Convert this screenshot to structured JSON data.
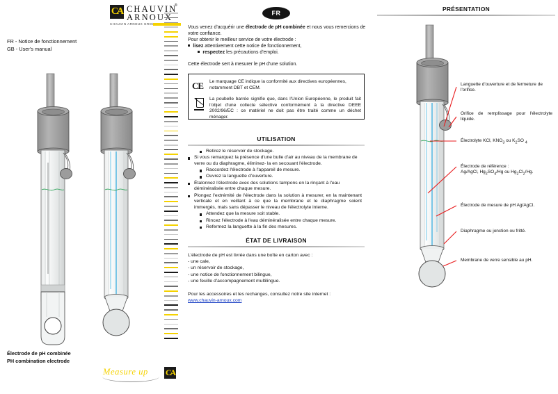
{
  "brand": {
    "logo_glyph": "CA",
    "name_line1": "CHAUVIN",
    "name_line2": "ARNOUX",
    "registered": "®",
    "group_line": "CHAUVIN ARNOUX GROUP",
    "tagline": "Measure up"
  },
  "cover": {
    "languages": [
      "FR  - Notice de fonctionnement",
      "GB  - User's manual"
    ],
    "caption_fr": "Électrode de pH combinée",
    "caption_gb": "PH combination electrode"
  },
  "middle": {
    "lang_badge": "FR",
    "intro": {
      "line1_pre": "Vous venez d'acquérir une ",
      "line1_bold": "électrode de pH combinée",
      "line1_post": " et nous vous remercions de votre confiance.",
      "line2": "Pour obtenir le meilleur service de votre électrode :",
      "bullet1_bold": "lisez",
      "bullet1_rest": " attentivement cette notice de fonctionnement,",
      "bullet2_bold": "respectez",
      "bullet2_rest": " les précautions d'emploi.",
      "closing": "Cette électrode sert à mesurer le pH d'une solution."
    },
    "ce_box": {
      "ce_mark": "CE",
      "ce_text": "Le marquage CE indique la conformité aux directives européennes, notamment DBT et CEM.",
      "weee_text": "La poubelle barrée signifie que, dans l'Union Européenne, le produit fait l'objet d'une collecte sélective conformément à la directive DEEE 2002/96/EC : ce matériel ne doit pas être traité comme un déchet ménager."
    },
    "utilisation": {
      "title": "UTILISATION",
      "items": [
        {
          "text": "Retirez le réservoir de stockage.",
          "indent": true
        },
        {
          "text": "Si vous remarquez la présence d'une bulle d'air au niveau de la membrane de verre ou du diaphragme, éliminez- la en secouant l'électrode.",
          "indent": false
        },
        {
          "text": "Raccordez l'électrode à l'appareil de mesure.",
          "indent": true
        },
        {
          "text": "Ouvrez la languette d'ouverture.",
          "indent": true
        },
        {
          "text": "Étalonnez l'électrode avec des solutions tampons en la rinçant à l'eau déminéralisée entre chaque mesure.",
          "indent": false
        },
        {
          "text": "Plongez l'extrémité de l'électrode dans la solution à mesurer, en la maintenant verticale et en veillant à ce que la membrane et le diaphragme soient immergés, mais sans dépasser le niveau de l'électrolyte interne.",
          "indent": false,
          "justify": true
        },
        {
          "text": "Attendez que la mesure soit stable.",
          "indent": true
        },
        {
          "text": "Rincez l'électrode à l'eau déminéralisée entre chaque mesure.",
          "indent": true
        },
        {
          "text": "Refermez la languette à la fin des mesures.",
          "indent": true
        }
      ]
    },
    "livraison": {
      "title": "ÉTAT DE LIVRAISON",
      "intro": "L'électrode de pH est livrée dans une boîte en carton avec :",
      "items": [
        "- une cale,",
        "- un réservoir de stockage,",
        "- une notice de fonctionnement bilingue,",
        "- une feuille d'accompagnement multilingue."
      ],
      "accessories_line": "Pour les accessoires et les rechanges, consultez notre site internet :",
      "website": "www.chauvin-arnoux.com"
    }
  },
  "right": {
    "title": "PRÉSENTATION",
    "callouts": [
      {
        "id": "languette",
        "text": "Languette d'ouverture et  de fermeture de l'orifice."
      },
      {
        "id": "orifice",
        "text": "Orifice de remplissage pour l'électrolyte liquide."
      },
      {
        "id": "electrolyte",
        "text": "Électrolyte KCl, KNO3 ou K2SO4",
        "html": "Électrolyte KCl, KNO<sub>3</sub> ou K<sub>2</sub>SO <sub>4</sub>"
      },
      {
        "id": "reference",
        "text": "Électrode de référence : Ag/AgCl, Hg2SO4/Hg ou Hg2Cl2/Hg.",
        "html": "Électrode de référence :<br>Ag/AgCl, Hg<sub>2</sub>SO<sub>4</sub>/Hg ou Hg<sub>2</sub>Cl<sub>2</sub>/Hg."
      },
      {
        "id": "mesure",
        "text": "Électrode de mesure de pH Ag/AgCl."
      },
      {
        "id": "diaphragme",
        "text": "Diaphragme ou jonction ou fritté."
      },
      {
        "id": "membrane",
        "text": "Membrane de verre sensible au pH."
      }
    ]
  },
  "colors": {
    "accent_yellow": "#f5d200",
    "leader_red": "#e8191b",
    "cap_gray": "#9a9a9a",
    "glass_gray": "#d9dcdc",
    "wire_blue": "#29a8df",
    "level_green": "#2fa45a",
    "rule_gray": "#9a9a9a",
    "link_blue": "#1a3fc4"
  },
  "dash_column": [
    "#c9c9c9",
    "#6e6e6e",
    "#9a9a9a",
    "#c9c9c9",
    "#f5d200",
    "#f5d200",
    "#6e6e6e",
    "#9a9a9a",
    "#c9c9c9",
    "#6e6e6e",
    "#9a9a9a",
    "#c9c9c9",
    "#6e6e6e",
    "#1a1a1a",
    "#f5d200",
    "#9a9a9a",
    "#6e6e6e",
    "#c9c9c9",
    "#9a9a9a",
    "#6e6e6e",
    "#c9c9c9",
    "#f5d200",
    "#1a1a1a",
    "#9a9a9a",
    "#c9c9c9",
    "#f5d200",
    "#6e6e6e",
    "#9a9a9a",
    "#c9c9c9",
    "#1a1a1a",
    "#f5d200",
    "#6e6e6e",
    "#9a9a9a",
    "#c9c9c9",
    "#6e6e6e",
    "#f5d200",
    "#1a1a1a",
    "#9a9a9a",
    "#c9c9c9",
    "#6e6e6e",
    "#f5d200",
    "#9a9a9a",
    "#1a1a1a",
    "#c9c9c9",
    "#6e6e6e",
    "#f5d200",
    "#9a9a9a",
    "#c9c9c9",
    "#6e6e6e",
    "#1a1a1a",
    "#f5d200",
    "#9a9a9a",
    "#c9c9c9",
    "#6e6e6e",
    "#f5d200",
    "#1a1a1a",
    "#9a9a9a",
    "#c9c9c9",
    "#6e6e6e",
    "#f5d200",
    "#9a9a9a",
    "#c9c9c9",
    "#1a1a1a",
    "#6e6e6e",
    "#f5d200",
    "#9a9a9a",
    "#c9c9c9",
    "#6e6e6e",
    "#f5d200",
    "#1a1a1a"
  ]
}
